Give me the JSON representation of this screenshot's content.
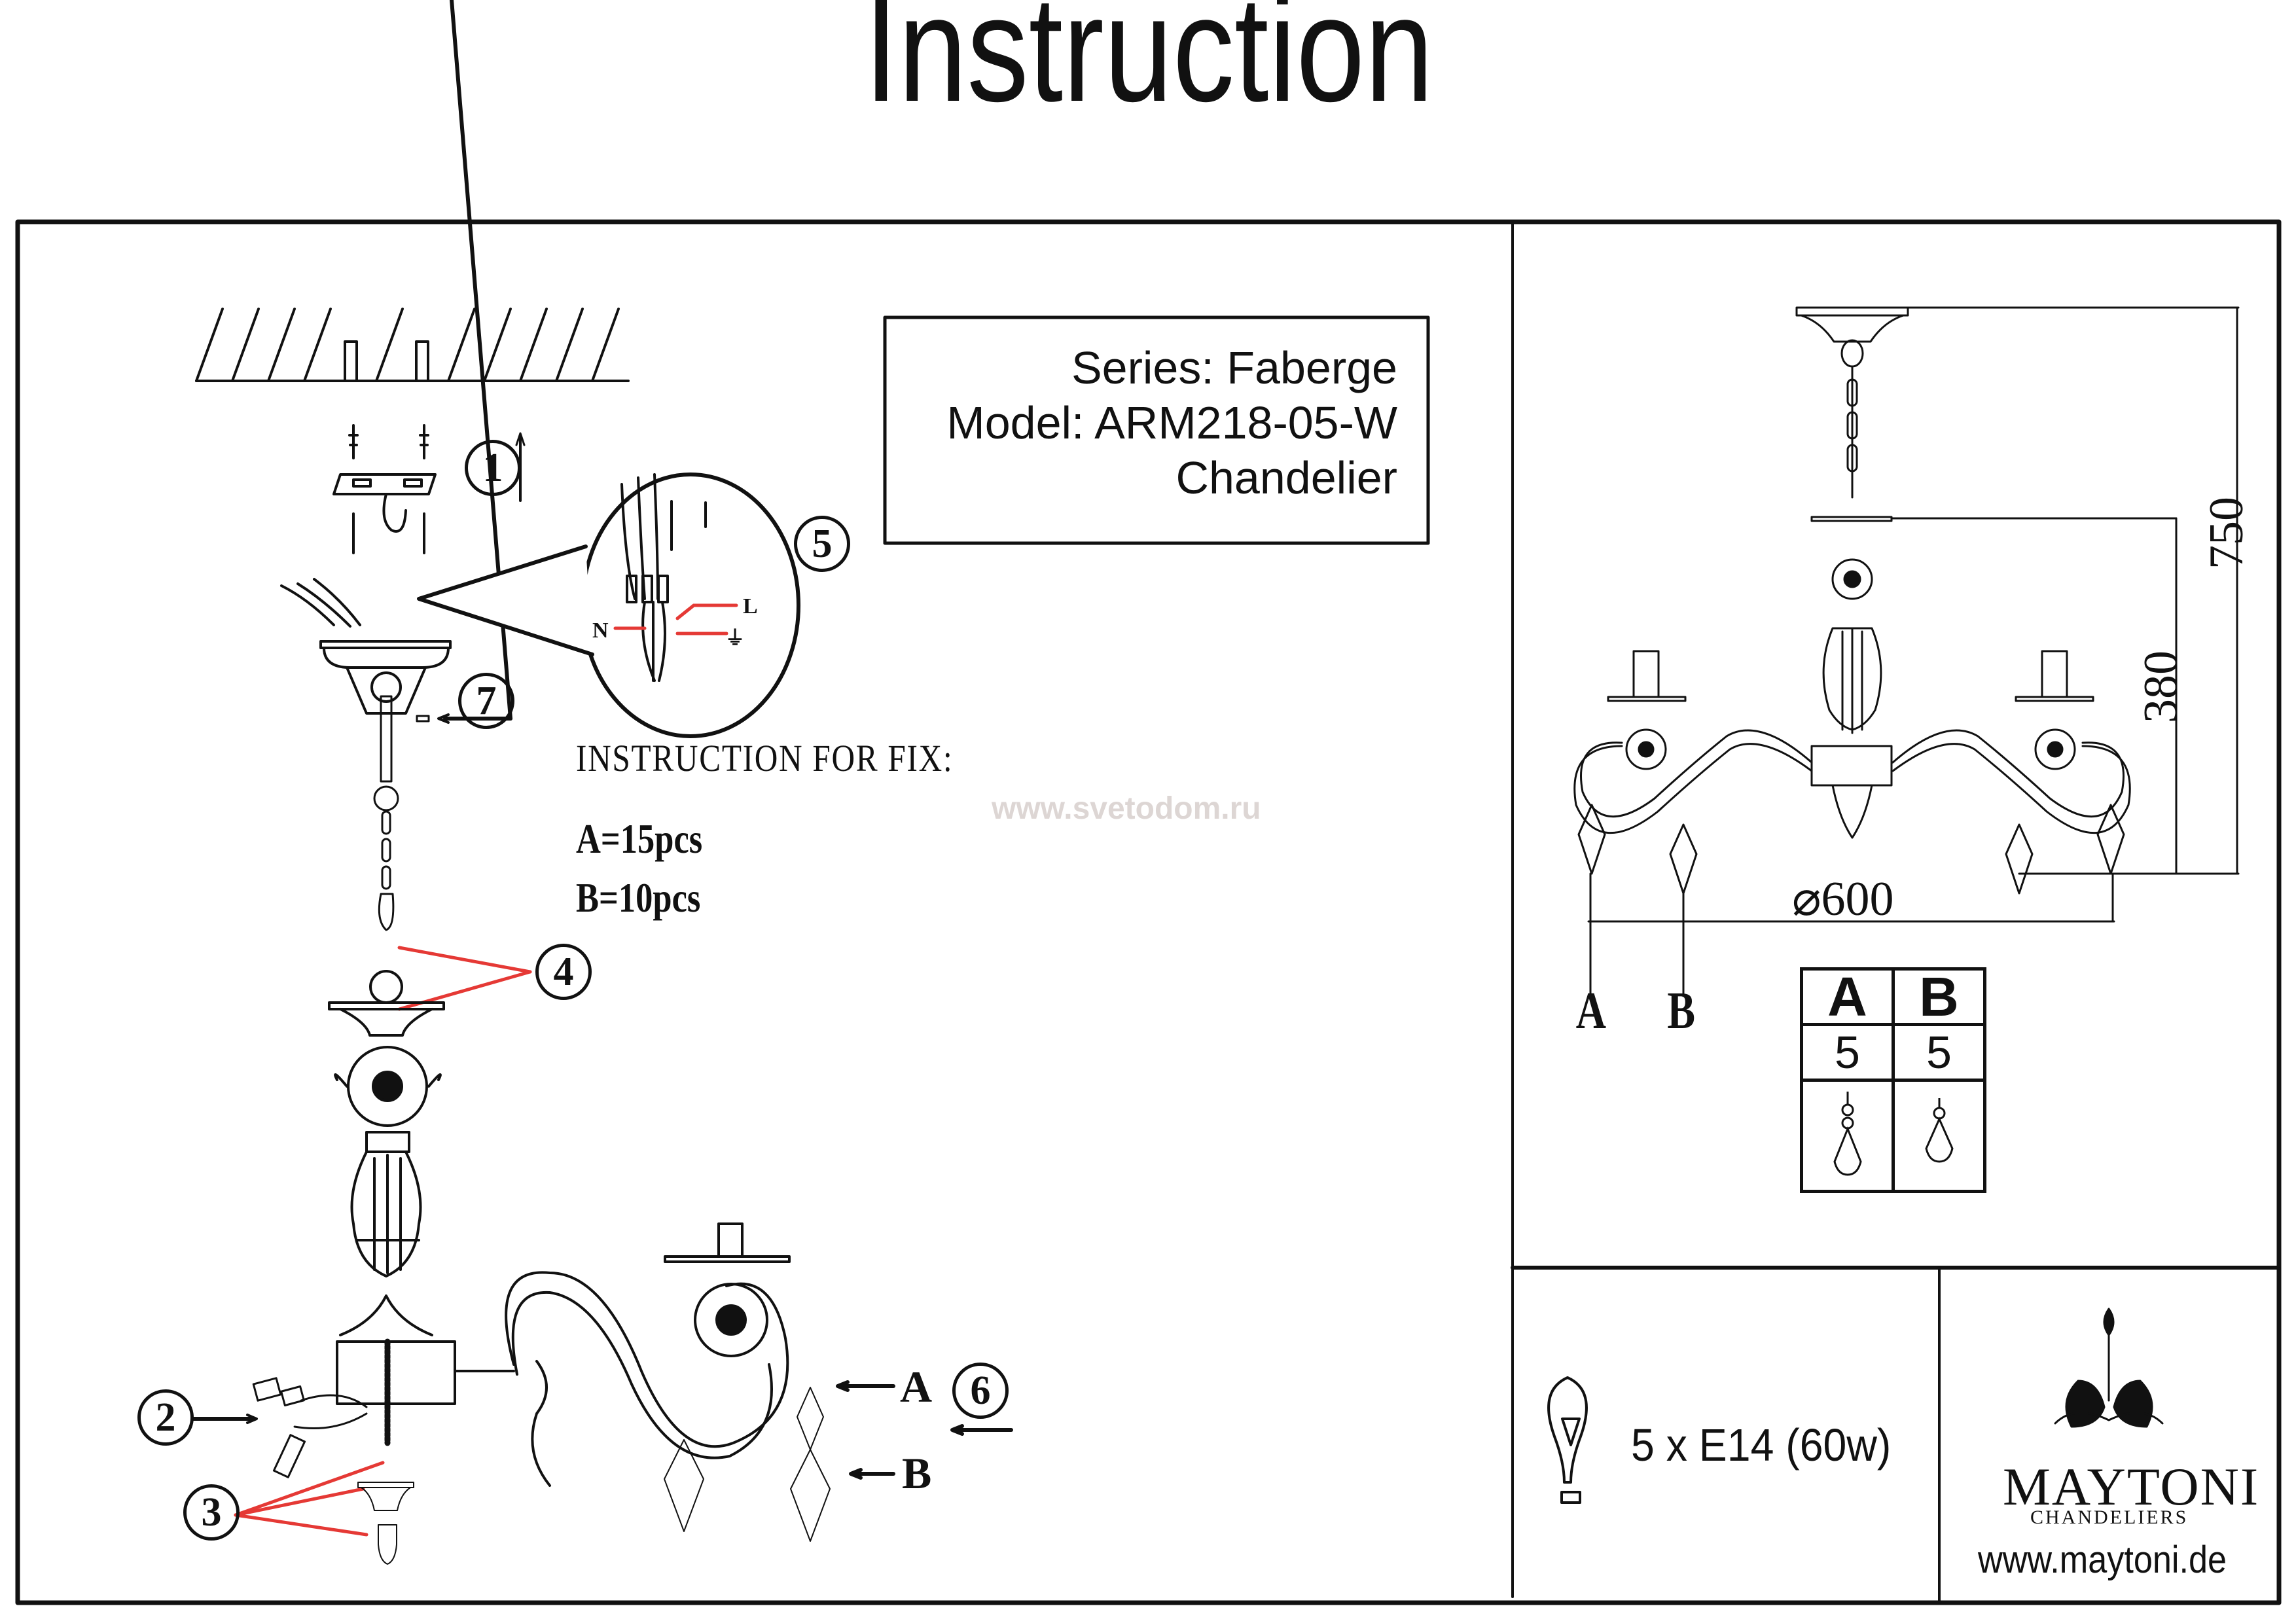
{
  "title": "Instruction",
  "product": {
    "series": "Series: Faberge",
    "model": "Model: ARM218-05-W",
    "type": "Chandelier"
  },
  "fix_instructions": {
    "heading": "INSTRUCTION FOR FIX:",
    "a_count": "A=15pcs",
    "b_count": "B=10pcs"
  },
  "watermark": "www.svetodom.ru",
  "steps": [
    "①",
    "②",
    "③",
    "④",
    "⑤",
    "⑥",
    "⑦"
  ],
  "step_labels": {
    "s1": "1",
    "s2": "2",
    "s3": "3",
    "s4": "4",
    "s5": "5",
    "s6": "6",
    "s7": "7"
  },
  "wiring": {
    "neutral": "N",
    "live": "L",
    "earth_icon": "earth-icon"
  },
  "crystal_labels": {
    "a": "A",
    "b": "B"
  },
  "dimensions": {
    "total_height": "750",
    "body_height": "380",
    "diameter": "⌀600"
  },
  "crystal_table": {
    "headers": [
      "A",
      "B"
    ],
    "quantities": [
      "5",
      "5"
    ]
  },
  "lamp_spec": "5 x E14 (60w)",
  "brand": {
    "name": "MAYTONI",
    "sub": "CHANDELIERS",
    "website": "www.maytoni.de"
  },
  "colors": {
    "ink": "#111111",
    "arrow_red": "#e53935",
    "watermark": "#ddd6d4"
  }
}
